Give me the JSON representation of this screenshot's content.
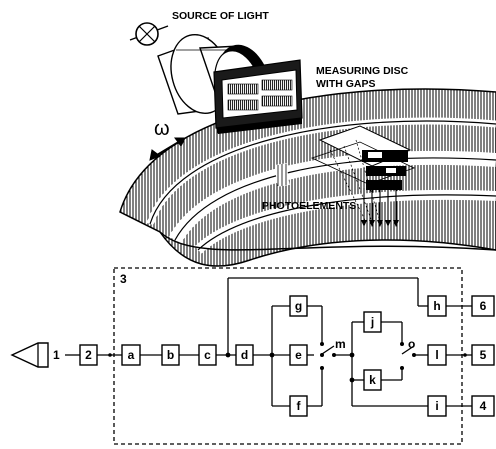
{
  "labels": {
    "source_of_light": "SOURCE OF LIGHT",
    "measuring_disc_line1": "MEASURING DISC",
    "measuring_disc_line2": "WITH GAPS",
    "omega": "ω",
    "photoelements": "PHOTOELEMENTS",
    "group": "3",
    "switch_m": "m",
    "switch_o": "o"
  },
  "blocks": {
    "b1": "1",
    "b2": "2",
    "ba": "a",
    "bb": "b",
    "bc": "c",
    "bd": "d",
    "be": "e",
    "bf": "f",
    "bg": "g",
    "bh": "h",
    "bi": "i",
    "bj": "j",
    "bk": "k",
    "bl": "l",
    "b4": "4",
    "b5": "5",
    "b6": "6"
  }
}
